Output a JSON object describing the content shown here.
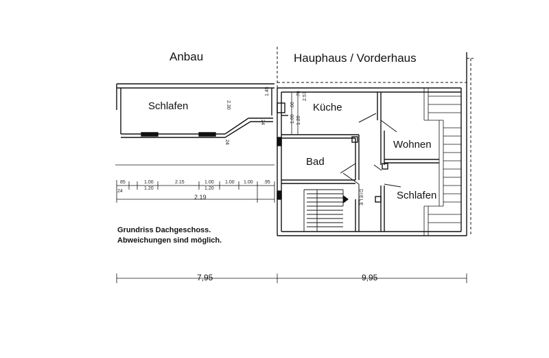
{
  "headers": {
    "anbau": "Anbau",
    "hauphaus": "Hauphaus / Vorderhaus"
  },
  "rooms": {
    "schlafen_anbau": "Schlafen",
    "kueche": "Küche",
    "bad": "Bad",
    "wohnen": "Wohnen",
    "schlafen_haupt": "Schlafen",
    "diele": "DIELE"
  },
  "note": {
    "line1": "Grundriss Dachgeschoss.",
    "line2": "Abweichungen sind möglich."
  },
  "dimensions": {
    "total_anbau": "7,95",
    "total_haupt": "9,95",
    "row1": [
      "85",
      "1.00",
      "2.15",
      "1.00",
      "1.00",
      "1.00",
      ".95"
    ],
    "row1_sub": [
      "1.20",
      "1.20"
    ],
    "row2": "2.19",
    "left_24": "24",
    "wall_230": "2.30",
    "wall_145": "1.45",
    "wall_24": "24",
    "wall_24b": "24",
    "vertical_stack": [
      "2.57",
      ".78",
      ".66",
      "1.00",
      "1.20"
    ]
  }
}
